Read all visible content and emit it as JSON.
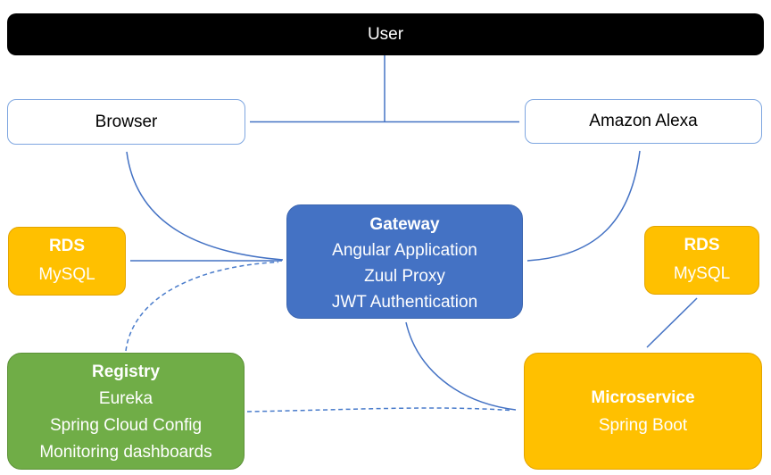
{
  "colors": {
    "arrow_blue": "#4472C4",
    "gateway_fill": "#4472C4",
    "rds_fill": "#FFC000",
    "registry_fill": "#70AD47",
    "microservice_fill": "#FFC000",
    "user_fill": "#000000",
    "client_border": "#7EA6E0"
  },
  "nodes": {
    "user": {
      "label": "User"
    },
    "browser": {
      "label": "Browser"
    },
    "alexa": {
      "label": "Amazon Alexa"
    },
    "gateway": {
      "title": "Gateway",
      "lines": [
        "Angular Application",
        "Zuul Proxy",
        "JWT Authentication"
      ]
    },
    "rds_left": {
      "title": "RDS",
      "subtitle": "MySQL"
    },
    "rds_right": {
      "title": "RDS",
      "subtitle": "MySQL"
    },
    "registry": {
      "title": "Registry",
      "lines": [
        "Eureka",
        "Spring Cloud Config",
        "Monitoring dashboards"
      ]
    },
    "microservice": {
      "title": "Microservice",
      "subtitle": "Spring Boot"
    }
  },
  "edges": [
    {
      "from": "User",
      "to": "Browser",
      "style": "solid",
      "arrowheads": "end"
    },
    {
      "from": "User",
      "to": "Amazon Alexa",
      "style": "solid",
      "arrowheads": "end"
    },
    {
      "from": "Browser",
      "to": "Gateway",
      "style": "solid",
      "arrowheads": "both"
    },
    {
      "from": "Amazon Alexa",
      "to": "Gateway",
      "style": "solid",
      "arrowheads": "both"
    },
    {
      "from": "RDS MySQL (left)",
      "to": "Gateway",
      "style": "solid",
      "arrowheads": "both"
    },
    {
      "from": "Registry",
      "to": "Gateway",
      "style": "dashed",
      "arrowheads": "end"
    },
    {
      "from": "Registry",
      "to": "Microservice",
      "style": "dashed",
      "arrowheads": "end"
    },
    {
      "from": "Gateway",
      "to": "Microservice",
      "style": "solid",
      "arrowheads": "both"
    },
    {
      "from": "RDS MySQL (right)",
      "to": "Microservice",
      "style": "solid",
      "arrowheads": "both"
    }
  ]
}
